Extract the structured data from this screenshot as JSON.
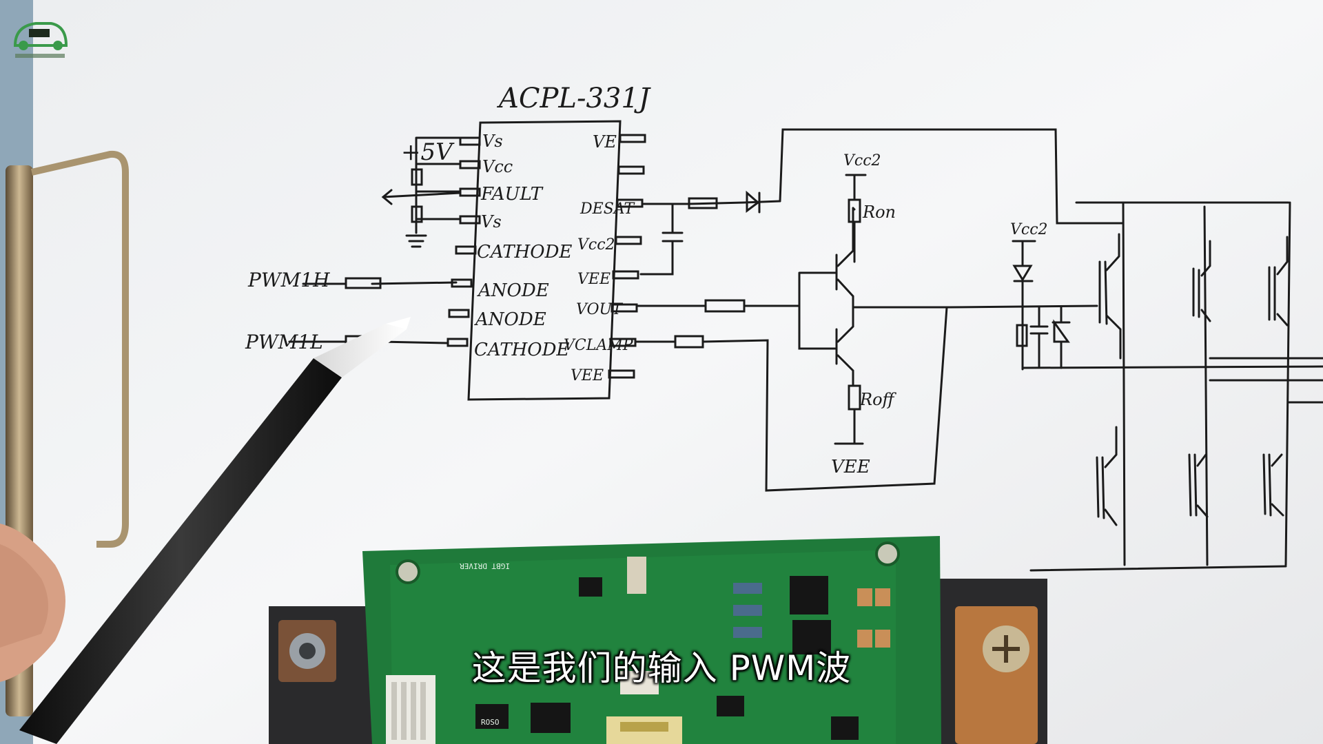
{
  "diagram": {
    "chip_title": "ACPL-331J",
    "supply_label": "+5V",
    "left_pins": [
      "Vs",
      "Vcc",
      "FAULT",
      "Vs",
      "CATHODE",
      "ANODE",
      "ANODE",
      "CATHODE"
    ],
    "right_pins": [
      "VE",
      "DESAT",
      "Vcc2",
      "VEE",
      "VOUT",
      "VCLAMP",
      "VEE"
    ],
    "inputs": [
      "PWM1H",
      "PWM1L"
    ],
    "vcc2_top": "Vcc2",
    "r_on": "Ron",
    "r_off": "Roff",
    "vee_bottom": "VEE",
    "vcc2_clamp": "Vcc2"
  },
  "board": {
    "silkscreen": "IGBT DRIVER",
    "part_code": "ROSO"
  },
  "subtitle": "这是我们的输入 PWM波",
  "colors": {
    "paper": "#f4f5f6",
    "ink": "#1b1b1b",
    "pcb": "#1f7a3a",
    "clipboard": "#8fa7b8",
    "copper": "#b8773f"
  }
}
